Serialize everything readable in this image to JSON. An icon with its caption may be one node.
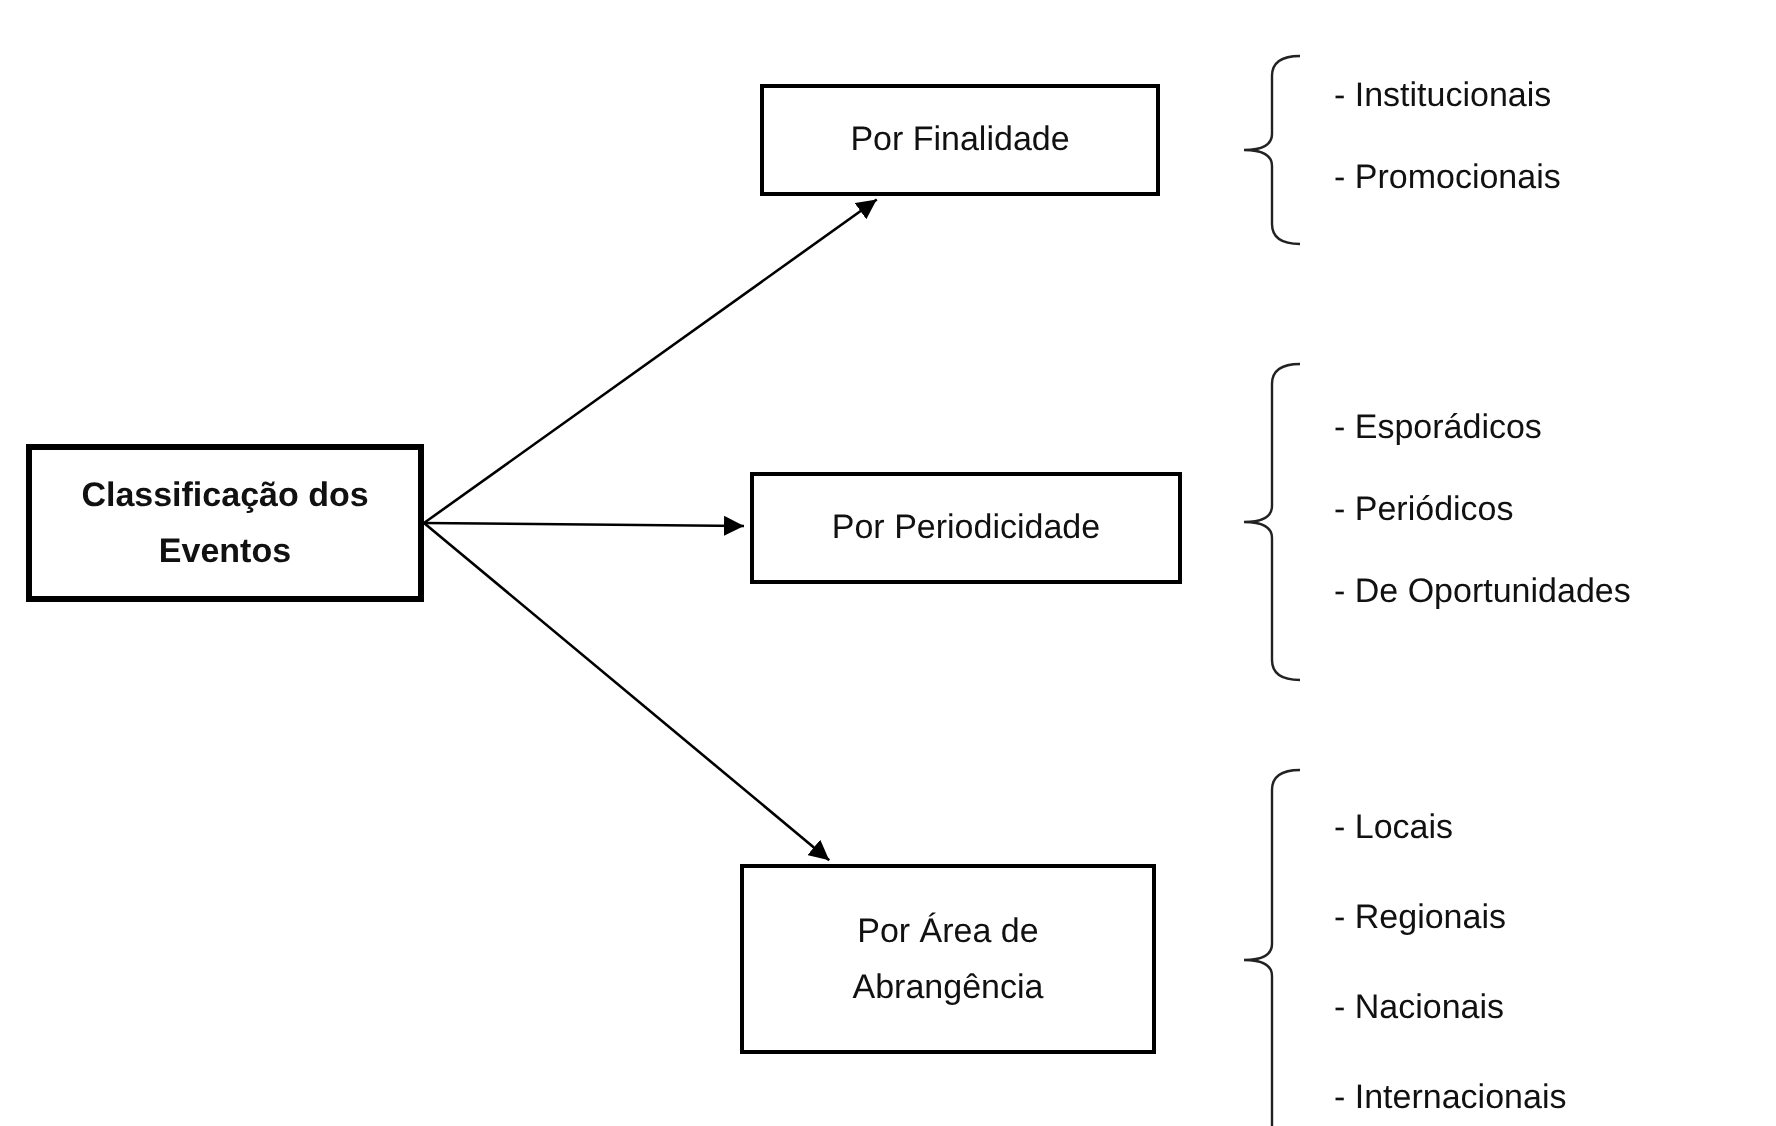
{
  "diagram": {
    "nodes": [
      {
        "text": [
          "Classificação dos Eventos"
        ]
      },
      {
        "text": [
          "Por Finalidade"
        ]
      },
      {
        "text": [
          "Por Periodicidade"
        ]
      },
      {
        "text": [
          "Por Área de Abrangência"
        ]
      }
    ],
    "edges": [
      {
        "from": 0,
        "to": 1,
        "arrow": "to"
      },
      {
        "from": 0,
        "to": 2,
        "arrow": "to"
      },
      {
        "from": 0,
        "to": 3,
        "arrow": "to"
      }
    ],
    "labels": [
      "- Institucionais",
      "- Promocionais",
      "- Esporádicos",
      "- Periódicos",
      "- De Oportunidades",
      "- Locais",
      "- Regionais",
      "- Nacionais",
      "- Internacionais"
    ]
  }
}
